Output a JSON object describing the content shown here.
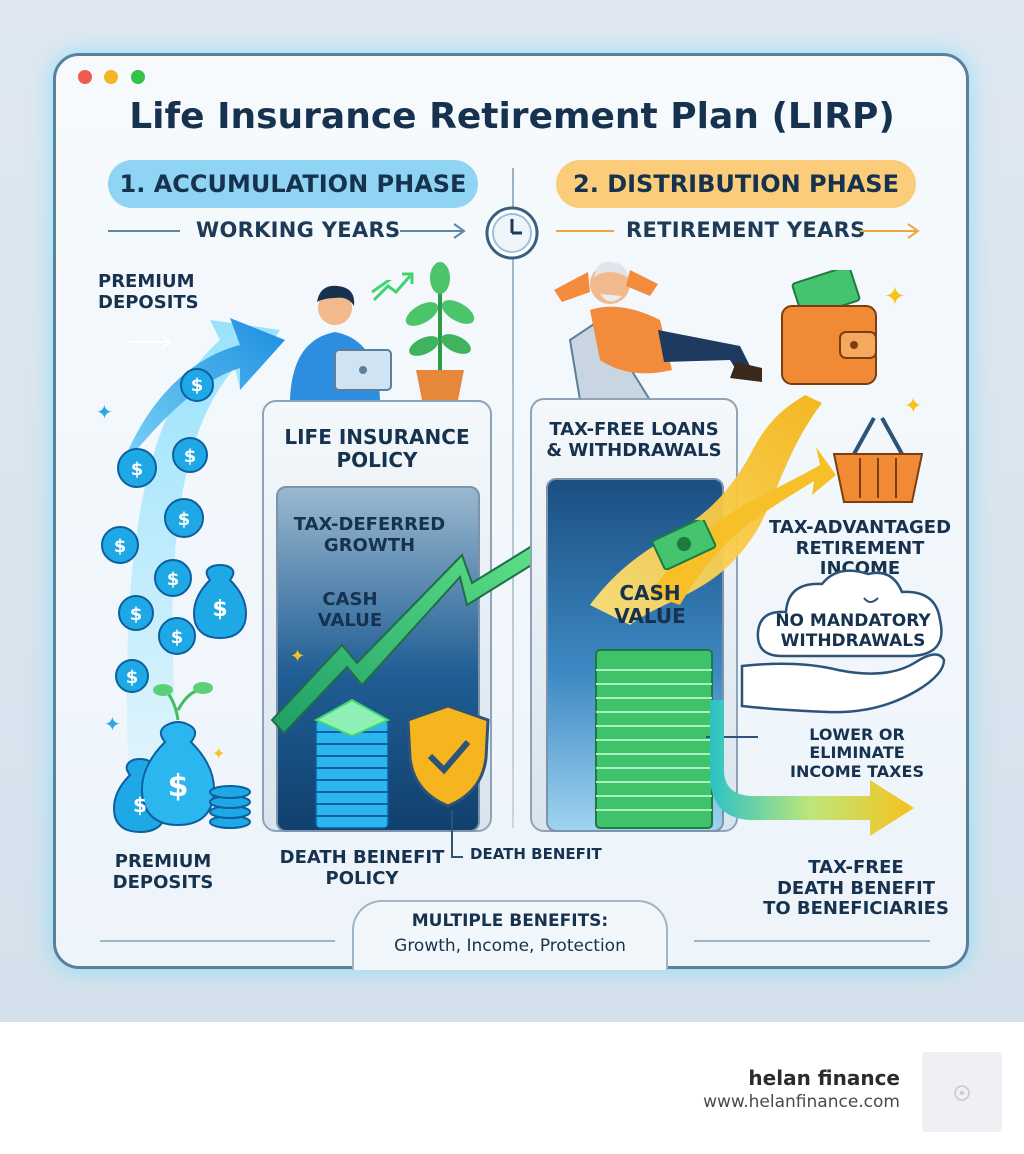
{
  "window": {
    "dots": [
      "#f05a4f",
      "#f5b428",
      "#33c24a"
    ]
  },
  "title": "Life Insurance Retirement Plan (LIRP)",
  "phases": {
    "accumulation": {
      "label": "1. ACCUMULATION PHASE",
      "years": "WORKING YEARS",
      "color": "#8fd5f3"
    },
    "distribution": {
      "label": "2. DISTRIBUTION PHASE",
      "years": "RETIREMENT YEARS",
      "color": "#fbcd7b"
    }
  },
  "left": {
    "premium_top": [
      "PREMIUM",
      "DEPOSITS"
    ],
    "premium_bottom": [
      "PREMIUM",
      "DEPOSITS"
    ]
  },
  "policy_column": {
    "title": [
      "LIFE INSURANCE",
      "POLICY"
    ],
    "growth": [
      "TAX-DEFERRED",
      "GROWTH"
    ],
    "cash": [
      "CASH",
      "VALUE"
    ],
    "bottom": [
      "DEATH BEINEFIT",
      "POLICY"
    ],
    "death_benefit_callout": "DEATH BENEFIT"
  },
  "distribution_column": {
    "title": [
      "TAX-FREE LOANS",
      "& WITHDRAWALS"
    ],
    "cash": [
      "CASH",
      "VALUE"
    ]
  },
  "right": {
    "income": [
      "TAX-ADVANTAGED",
      "RETIREMENT INCOME"
    ],
    "mandatory": [
      "NO MANDATORY",
      "WITHDRAWALS"
    ],
    "taxes": [
      "LOWER OR ELIMINATE",
      "INCOME TAXES"
    ],
    "death": [
      "TAX-FREE",
      "DEATH BENEFIT",
      "TO BENEFICIARIES"
    ]
  },
  "benefits": {
    "title": "MULTIPLE BENEFITS:",
    "items": "Growth, Income, Protection"
  },
  "footer": {
    "brand": "helan finance",
    "url": "www.helanfinance.com"
  },
  "colors": {
    "blue_accent": "#2aa7e6",
    "green_accent": "#3fd46c",
    "gold_accent": "#f6c21b",
    "navy": "#16324f"
  },
  "icons": [
    "clock-icon",
    "person-laptop-icon",
    "plant-icon",
    "relaxing-man-icon",
    "wallet-icon",
    "basket-icon",
    "cloud-icon",
    "hand-icon",
    "shield-check-icon",
    "money-bag-icon",
    "coin-icon",
    "cash-stack-icon"
  ]
}
